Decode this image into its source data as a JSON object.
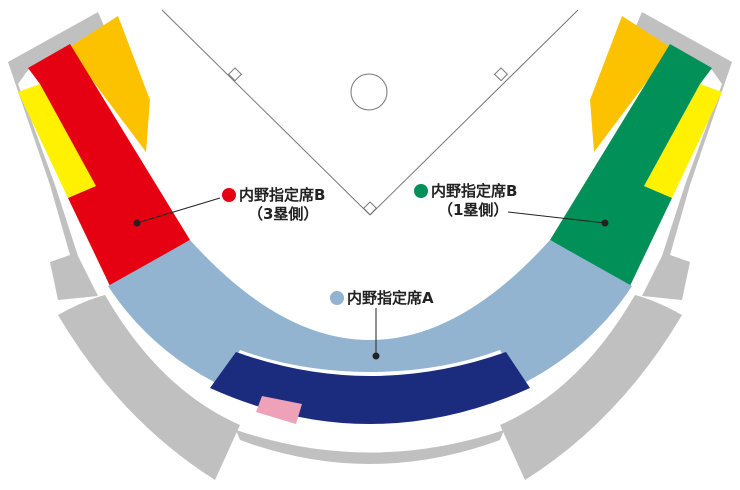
{
  "colors": {
    "background": "#ffffff",
    "stand": "#c0c0c0",
    "outfield_orange": "#fcc200",
    "outfield_yellow": "#fff100",
    "third_base_b": "#e50012",
    "first_base_b": "#009058",
    "infield_a": "#92b4d0",
    "premium": "#1b2b7e",
    "pink_box": "#efa1b8",
    "field_line": "#777777",
    "leader": "#222222"
  },
  "sections": [
    {
      "id": "third-base-b",
      "label": "内野指定席B",
      "sub": "（3塁側）",
      "color": "#e50012"
    },
    {
      "id": "first-base-b",
      "label": "内野指定席B",
      "sub": "（1塁側）",
      "color": "#009058"
    },
    {
      "id": "infield-a",
      "label": "内野指定席A",
      "sub": "",
      "color": "#92b4d0"
    }
  ]
}
